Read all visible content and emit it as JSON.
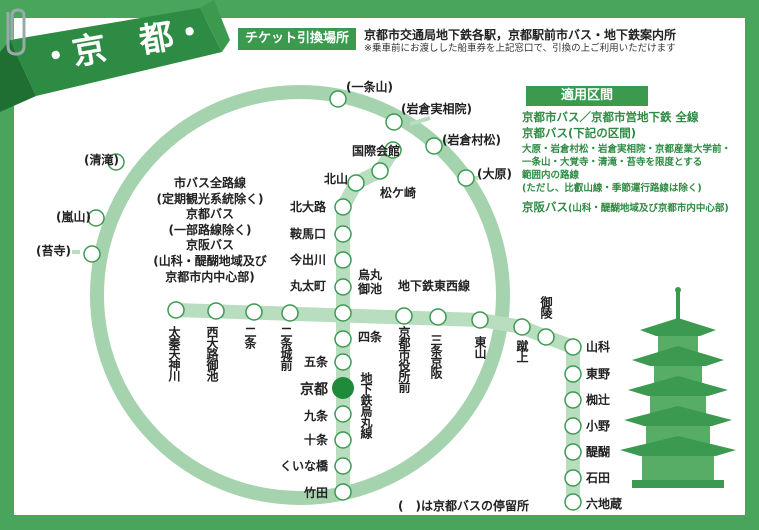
{
  "header": {
    "title": "・京　都・",
    "ticket_label": "チケット引換場所",
    "ticket_places": "京都市交通局地下鉄各駅，京都駅前市バス・地下鉄案内所",
    "ticket_note": "※乗車前にお渡しした船車券を上記窓口で、引換の上ご利用いただけます"
  },
  "legend": {
    "title": "適用区間",
    "line1": "京都市バス／京都市営地下鉄 全線",
    "line2": "京都バス(下記の区間)",
    "line3": "大原・岩倉村松・岩倉実相院・京都産業大学前・",
    "line4": "一条山・大覚寺・清滝・苔寺を限度とする",
    "line5": "範囲内の路線",
    "line6": "(ただし、比叡山線・季節運行路線は除く)",
    "line7_main": "京阪バス",
    "line7_sub": "(山科・醍醐地域及び京都市内中心部)"
  },
  "bus_services": "市バス全路線\n(定期観光系統除く)\n京都バス\n(一部路線除く)\n京阪バス\n(山科・醍醐地域及び\n京都市内中心部)",
  "bus_stops": {
    "ichijoyama": "(一条山)",
    "iwakura_jissoin": "(岩倉実相院)",
    "iwakura_muramatsu": "(岩倉村松)",
    "ohara": "(大原)",
    "kiyotaki": "(清滝)",
    "arashiyama": "(嵐山)",
    "kokedera": "(苔寺)"
  },
  "karasuma_line": {
    "name": "地下鉄烏丸線",
    "stations": [
      "国際会館",
      "松ケ崎",
      "北山",
      "北大路",
      "鞍馬口",
      "今出川",
      "丸太町",
      "烏丸御池",
      "四条",
      "五条",
      "京都",
      "九条",
      "十条",
      "くいな橋",
      "竹田"
    ]
  },
  "tozai_line": {
    "name": "地下鉄東西線",
    "stations": [
      "太秦天神川",
      "西大路御池",
      "二条",
      "二条城前",
      "烏丸御池",
      "京都市役所前",
      "三条京阪",
      "東山",
      "蹴上",
      "御陵",
      "山科",
      "東野",
      "椥辻",
      "小野",
      "醍醐",
      "石田",
      "六地蔵"
    ]
  },
  "footer_note": "(　)は京都バスの停留所",
  "colors": {
    "frame": "#4aa55c",
    "loop": "#a5d3ad",
    "line": "#b9ddbf",
    "station_ring": "#3c9a50",
    "kyoto_dot": "#1f8a3a",
    "text": "#222222"
  }
}
